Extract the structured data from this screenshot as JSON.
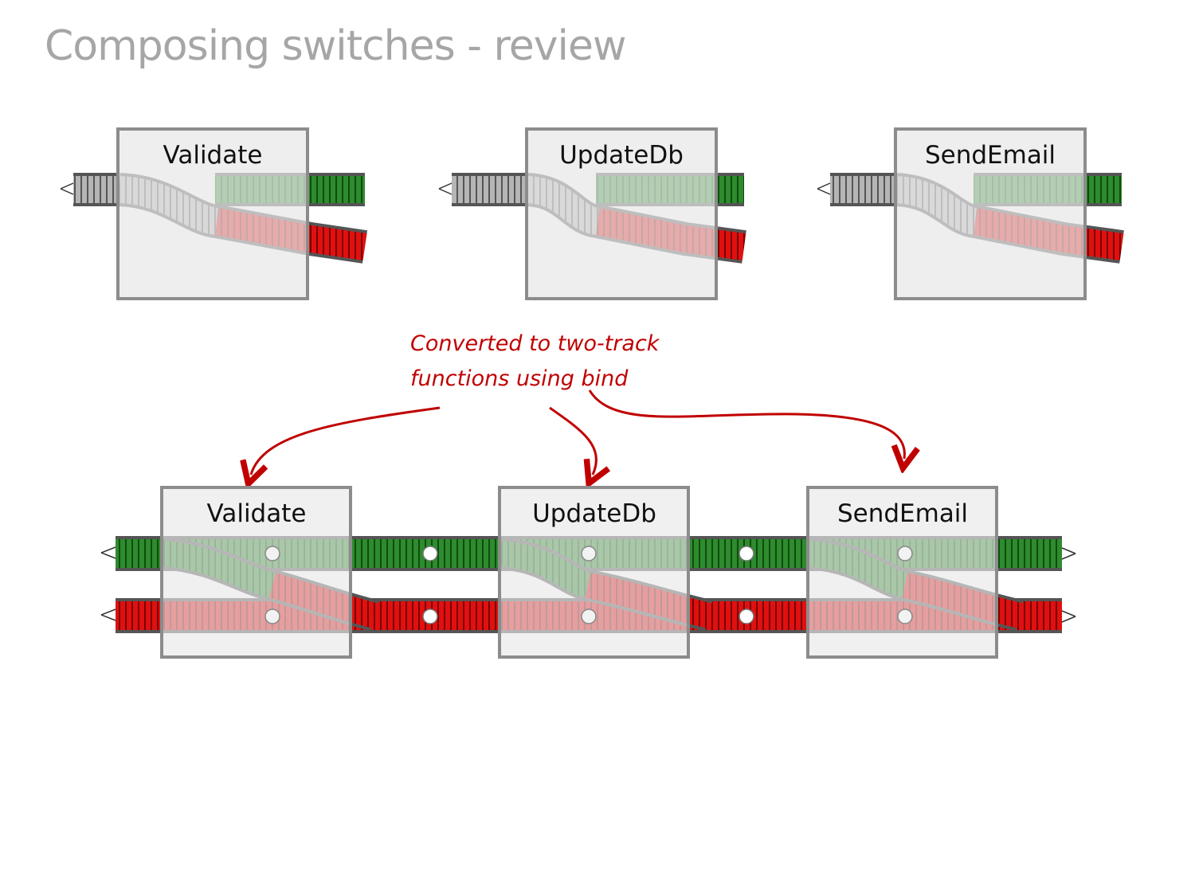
{
  "title": "Composing switches - review",
  "top_row": {
    "switches": [
      {
        "label": "Validate"
      },
      {
        "label": "UpdateDb"
      },
      {
        "label": "SendEmail"
      }
    ]
  },
  "annotation": {
    "lines": [
      "Converted to two-track",
      "functions using bind"
    ]
  },
  "bottom_row": {
    "switches": [
      {
        "label": "Validate"
      },
      {
        "label": "UpdateDb"
      },
      {
        "label": "SendEmail"
      }
    ]
  },
  "colors": {
    "success_track": "#2e8b2e",
    "failure_track": "#e01010",
    "neutral_track": "#9a9a9a",
    "box_fill": "#e8e8e8",
    "box_border": "#8c8c8c",
    "annotation": "#c00000",
    "title": "#a6a6a6"
  }
}
